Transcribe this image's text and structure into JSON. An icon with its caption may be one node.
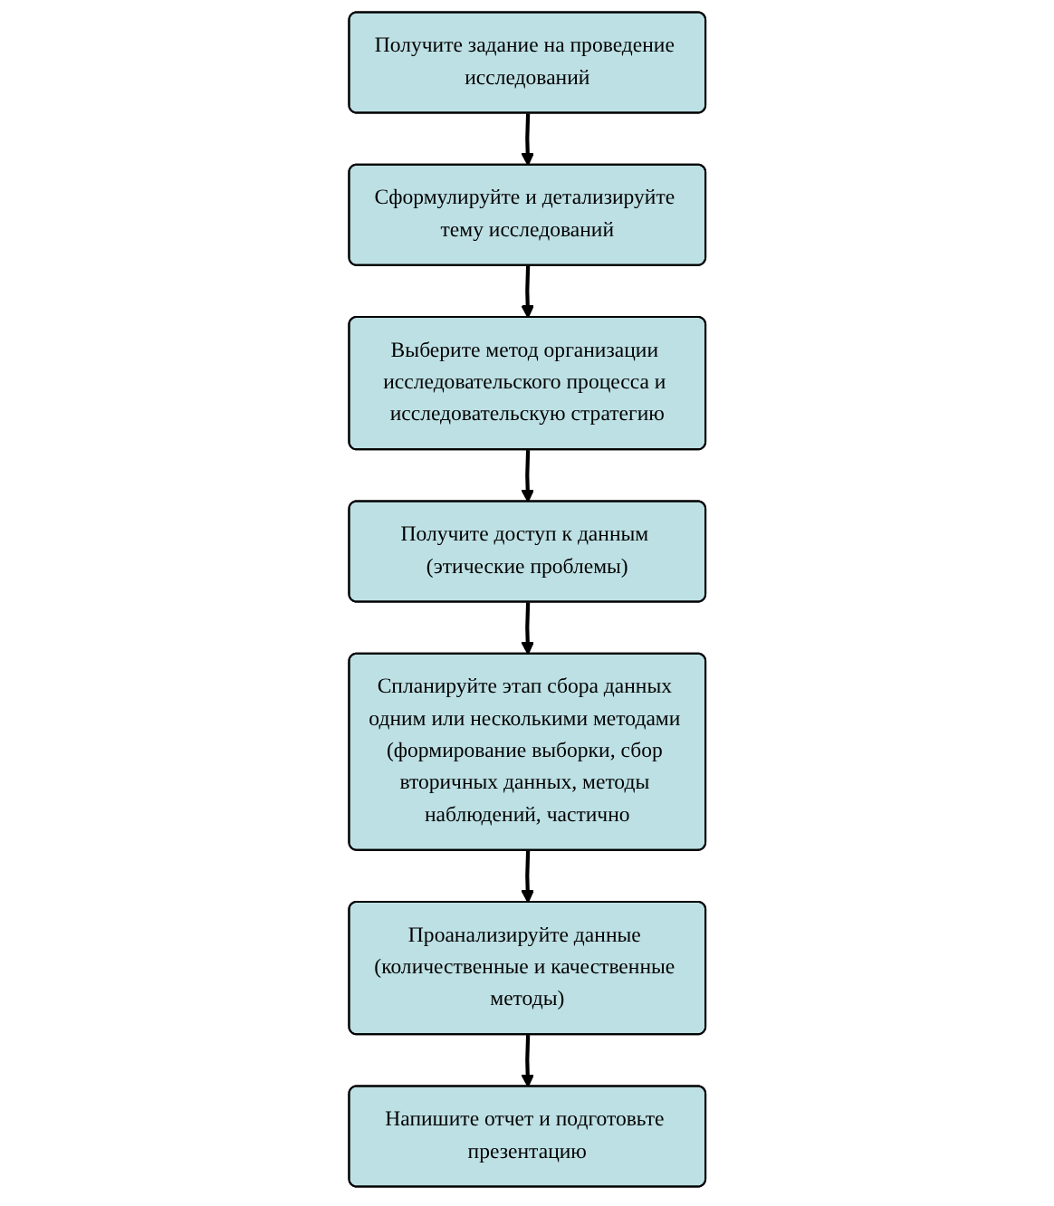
{
  "diagram": {
    "nodes": [
      {
        "text": [
          "Получите задание на проведение исследований"
        ]
      },
      {
        "text": [
          "Сформулируйте и детализируйте тему исследований"
        ]
      },
      {
        "text": [
          "Выберите метод организации исследовательского процесса и исследовательскую стратегию"
        ]
      },
      {
        "text": [
          "Получите доступ к данным (этические проблемы)"
        ]
      },
      {
        "text": [
          "Спланируйте этап сбора данных одним или несколькими методами (формирование выборки, сбор вторичных данных, методы наблюдений, частично"
        ]
      },
      {
        "text": [
          "Проанализируйте данные (количественные и качественные методы)"
        ]
      },
      {
        "text": [
          "Напишите отчет и подготовьте презентацию"
        ]
      }
    ],
    "edges": [
      {
        "from": 0,
        "to": 1,
        "arrow": "to"
      },
      {
        "from": 1,
        "to": 2,
        "arrow": "to"
      },
      {
        "from": 2,
        "to": 3,
        "arrow": "to"
      },
      {
        "from": 3,
        "to": 4,
        "arrow": "to"
      },
      {
        "from": 4,
        "to": 5,
        "arrow": "to"
      },
      {
        "from": 5,
        "to": 6,
        "arrow": "to"
      }
    ]
  }
}
